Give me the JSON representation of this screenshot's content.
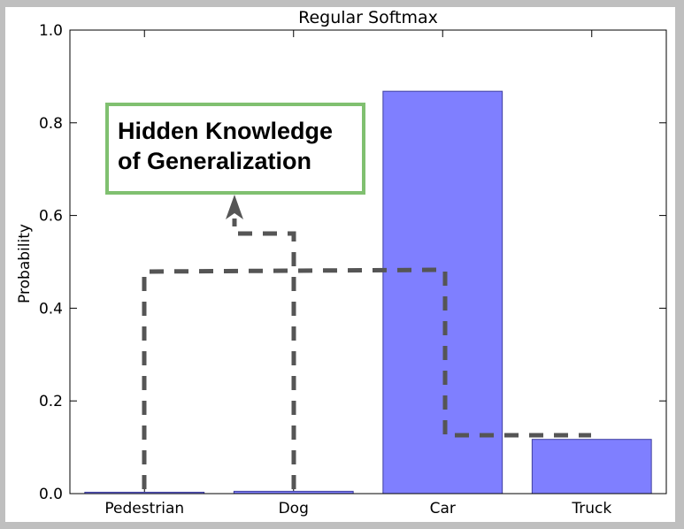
{
  "chart_data": {
    "type": "bar",
    "title": "Regular Softmax",
    "ylabel": "Probability",
    "xlabel": "",
    "categories": [
      "Pedestrian",
      "Dog",
      "Car",
      "Truck"
    ],
    "values": [
      0.003,
      0.005,
      0.868,
      0.117
    ],
    "ylim": [
      0,
      1.0
    ],
    "yticks": [
      "0.0",
      "0.2",
      "0.4",
      "0.6",
      "0.8",
      "1.0"
    ],
    "bar_color": "#7f7fff",
    "grid": false,
    "annotation": {
      "text_lines": [
        "Hidden Knowledge",
        "of Generalization"
      ],
      "border_color": "#80c070"
    }
  }
}
